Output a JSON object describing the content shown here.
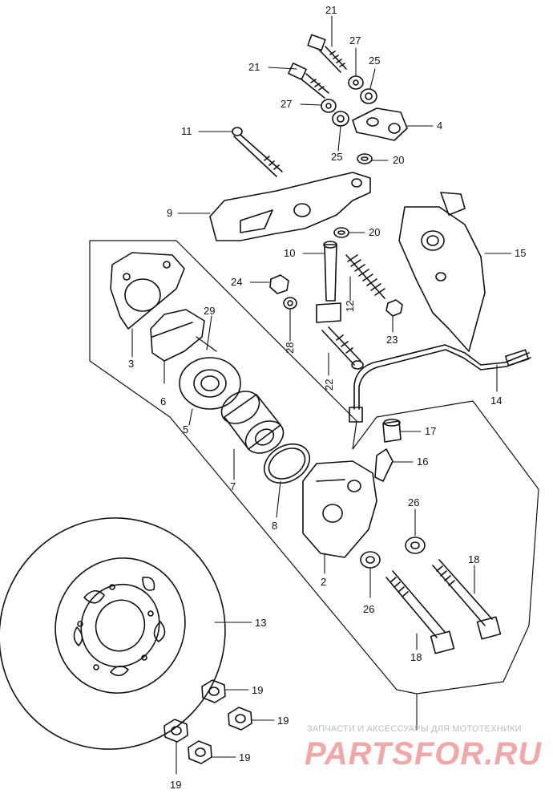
{
  "callouts": {
    "c21a": "21",
    "c21b": "21",
    "c27a": "27",
    "c27b": "27",
    "c25a": "25",
    "c25b": "25",
    "c4": "4",
    "c20a": "20",
    "c20b": "20",
    "c11": "11",
    "c9": "9",
    "c15": "15",
    "c10": "10",
    "c12": "12",
    "c24": "24",
    "c28": "28",
    "c23": "23",
    "c29": "29",
    "c3": "3",
    "c6": "6",
    "c5": "5",
    "c22": "22",
    "c14": "14",
    "c17": "17",
    "c16": "16",
    "c7": "7",
    "c8": "8",
    "c26a": "26",
    "c26b": "26",
    "c2": "2",
    "c18a": "18",
    "c18b": "18",
    "c13": "13",
    "c19a": "19",
    "c19b": "19",
    "c19c": "19",
    "c19d": "19"
  },
  "watermark": {
    "tagline": "ЗАПЧАСТИ И АКСЕССУАРЫ ДЛЯ МОТОТЕХНИКИ",
    "logo": "PARTSFOR.RU"
  },
  "colors": {
    "ink": "#111111",
    "watermark_logo": "#f2a7a7",
    "watermark_text": "#bdbdbd"
  }
}
